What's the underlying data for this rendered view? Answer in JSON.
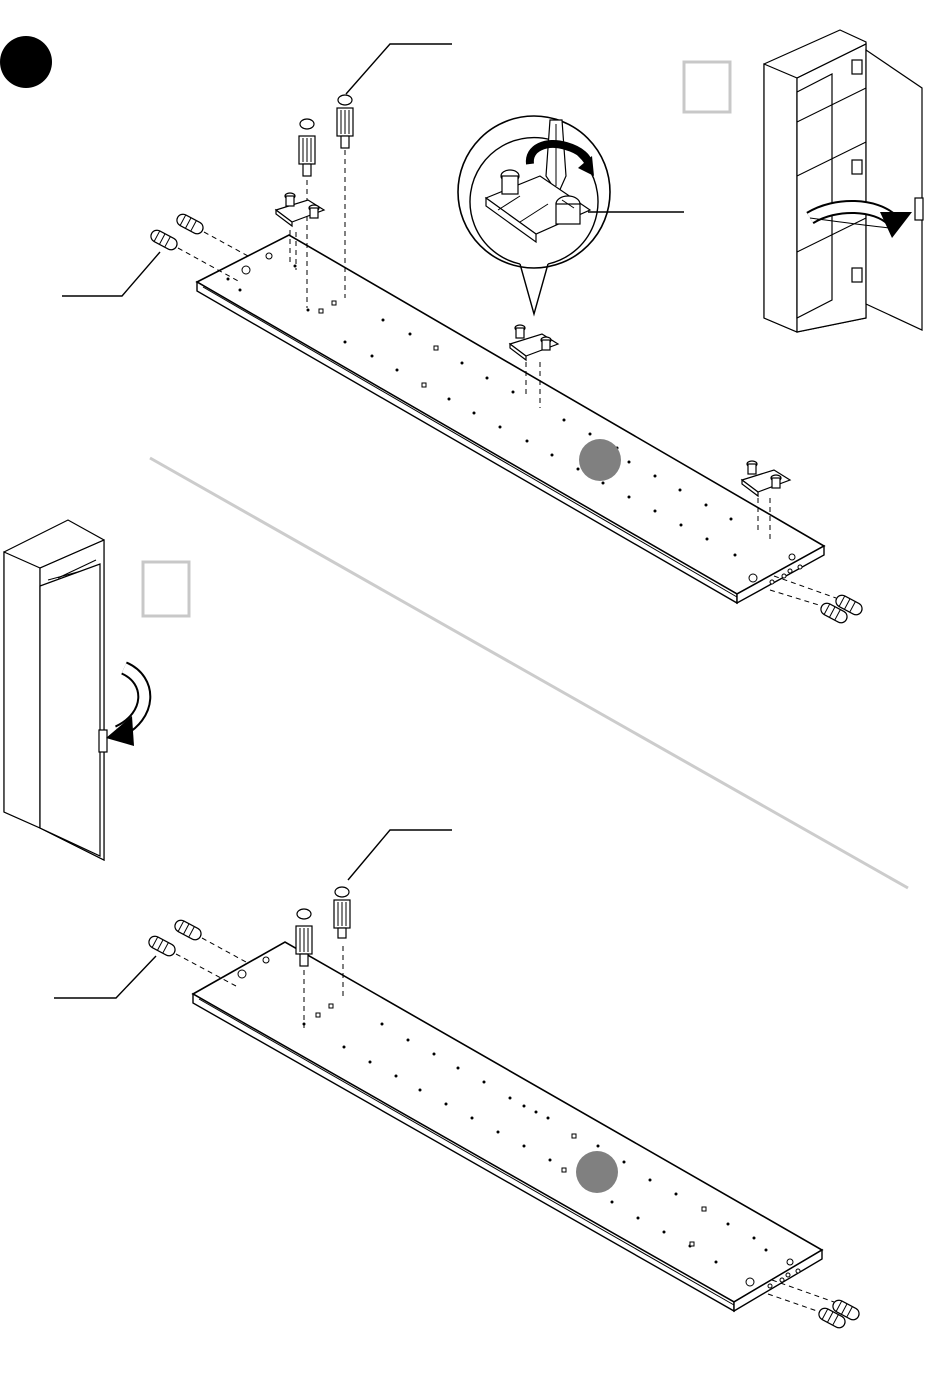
{
  "diagram": {
    "step_marker_color": "#000000",
    "part_marker_color": "#808080",
    "divider_color": "#cccccc",
    "checkbox_color": "#c8c8c8",
    "components": {
      "top_section": [
        "step-marker",
        "top-panel",
        "wood-dowels",
        "cam-bolts",
        "hinge-plates",
        "zoom-callout",
        "cabinet-right-hinge-view",
        "checkbox"
      ],
      "bottom_section": [
        "cabinet-left-hinge-view",
        "checkbox",
        "bottom-panel",
        "wood-dowels",
        "cam-bolts"
      ]
    },
    "arrows": {
      "screwdriver_rotation": "clockwise-arrow",
      "door_right": "swing-right-arrow",
      "door_left": "swing-left-arrow"
    }
  }
}
